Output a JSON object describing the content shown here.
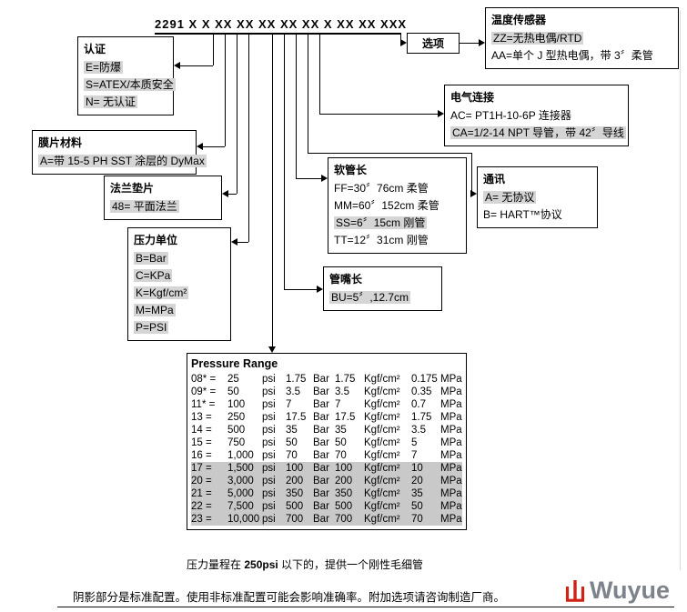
{
  "header": {
    "model_number": "2291 X X XX XX XX XX XX X XX XX XXX"
  },
  "boxes": {
    "selector": {
      "title": "选项"
    },
    "certification": {
      "title": "认证",
      "options": [
        {
          "text": "E=防爆",
          "shaded": true
        },
        {
          "text": "S=ATEX/本质安全",
          "shaded": true
        },
        {
          "text": "N= 无认证",
          "shaded": true
        }
      ]
    },
    "temperature_sensor": {
      "title": "温度传感器",
      "options": [
        {
          "text": "ZZ=无热电偶/RTD",
          "shaded": true
        },
        {
          "text": "AA=单个 J 型热电偶，带 3〞柔管",
          "shaded": false
        }
      ]
    },
    "electrical_connection": {
      "title": "电气连接",
      "options": [
        {
          "text": "AC= PT1H-10-6P 连接器",
          "shaded": false
        },
        {
          "text": "CA=1/2-14 NPT 导管，带 42〞导线",
          "shaded": true
        }
      ]
    },
    "diaphragm_material": {
      "title": "膜片材料",
      "options": [
        {
          "text": "A=带 15-5 PH SST 涂层的 DyMax",
          "shaded": true
        }
      ]
    },
    "flange_gasket": {
      "title": "法兰垫片",
      "options": [
        {
          "text": "48= 平面法兰",
          "shaded": true
        }
      ]
    },
    "pressure_unit": {
      "title": "压力单位",
      "options": [
        {
          "text": "B=Bar",
          "shaded": true
        },
        {
          "text": "C=KPa",
          "shaded": true
        },
        {
          "text": "K=Kgf/cm²",
          "shaded": true
        },
        {
          "text": "M=MPa",
          "shaded": true
        },
        {
          "text": "P=PSI",
          "shaded": true
        }
      ]
    },
    "hose_length": {
      "title": "软管长",
      "options": [
        {
          "text": "FF=30〞76cm 柔管",
          "shaded": false
        },
        {
          "text": "MM=60〞152cm 柔管",
          "shaded": false
        },
        {
          "text": "SS=6〞15cm 刚管",
          "shaded": true
        },
        {
          "text": "TT=12〞31cm 刚管",
          "shaded": false
        }
      ]
    },
    "communication": {
      "title": "通讯",
      "options": [
        {
          "text": "A= 无协议",
          "shaded": true
        },
        {
          "text": "B= HART™协议",
          "shaded": false
        }
      ]
    },
    "nozzle_length": {
      "title": "管嘴长",
      "options": [
        {
          "text": "BU=5〞,12.7cm",
          "shaded": true
        }
      ]
    }
  },
  "pressure_table": {
    "title": "Pressure Range",
    "units": {
      "psi": "psi",
      "bar": "Bar",
      "kgf": "Kgf/cm²",
      "mpa": "MPa"
    },
    "rows": [
      {
        "code": "08* =",
        "psi": "25",
        "bar": "1.75",
        "kgf": "1.75",
        "mpa": "0.175",
        "shaded": false
      },
      {
        "code": "09* =",
        "psi": "50",
        "bar": "3.5",
        "kgf": "3.5",
        "mpa": "0.35",
        "shaded": false
      },
      {
        "code": "11* =",
        "psi": "100",
        "bar": "7",
        "kgf": "7",
        "mpa": "0.7",
        "shaded": false
      },
      {
        "code": "13 =",
        "psi": "250",
        "bar": "17.5",
        "kgf": "17.5",
        "mpa": "1.75",
        "shaded": false
      },
      {
        "code": "14 =",
        "psi": "500",
        "bar": "35",
        "kgf": "35",
        "mpa": "3.5",
        "shaded": false
      },
      {
        "code": "15 =",
        "psi": "750",
        "bar": "50",
        "kgf": "50",
        "mpa": "5",
        "shaded": false
      },
      {
        "code": "16 =",
        "psi": "1,000",
        "bar": "70",
        "kgf": "70",
        "mpa": "7",
        "shaded": false
      },
      {
        "code": "17 =",
        "psi": "1,500",
        "bar": "100",
        "kgf": "100",
        "mpa": "10",
        "shaded": true
      },
      {
        "code": "20 =",
        "psi": "3,000",
        "bar": "200",
        "kgf": "200",
        "mpa": "20",
        "shaded": true
      },
      {
        "code": "21 =",
        "psi": "5,000",
        "bar": "350",
        "kgf": "350",
        "mpa": "35",
        "shaded": true
      },
      {
        "code": "22 =",
        "psi": "7,500",
        "bar": "500",
        "kgf": "500",
        "mpa": "50",
        "shaded": true
      },
      {
        "code": "23 =",
        "psi": "10,000",
        "bar": "700",
        "kgf": "700",
        "mpa": "70",
        "shaded": true
      }
    ]
  },
  "notes": {
    "capillary_prefix": "压力量程在 ",
    "capillary_range": "250psi",
    "capillary_suffix": " 以下的，提供一个刚性毛细管",
    "footer": "阴影部分是标准配置。使用非标准配置可能会影响准确率。附加选项请咨询制造厂商。"
  },
  "logo": {
    "text": "Wuyue",
    "icon": "mountain-icon",
    "icon_color": "#cf2317",
    "text_color": "#7d828b"
  },
  "colors": {
    "highlight": "#d5d5d5",
    "table_shade": "#c9c9c9"
  }
}
